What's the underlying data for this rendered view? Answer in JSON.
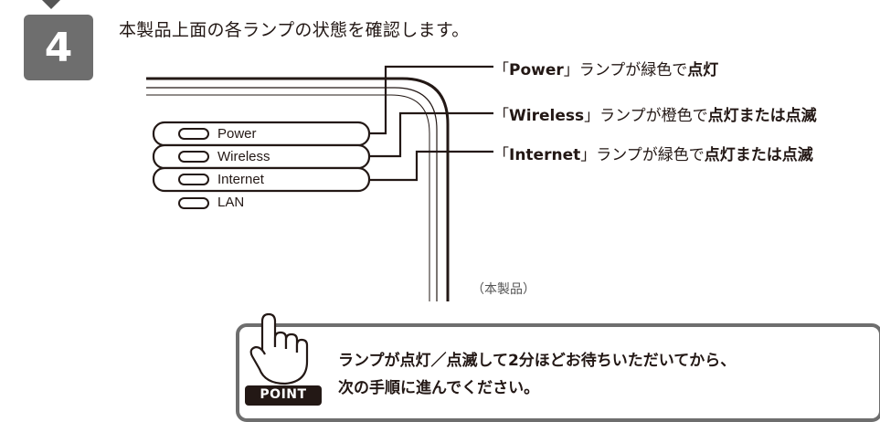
{
  "step": {
    "number": "4"
  },
  "heading": "本製品上面の各ランプの状態を確認します。",
  "callouts": [
    {
      "open": "「",
      "name": "Power",
      "close": "」",
      "middle": "ランプが緑色で",
      "state": "点灯"
    },
    {
      "open": "「",
      "name": "Wireless",
      "close": "」",
      "middle": "ランプが橙色で",
      "state": "点灯または点滅"
    },
    {
      "open": "「",
      "name": "Internet",
      "close": "」",
      "middle": "ランプが緑色で",
      "state": "点灯または点滅"
    }
  ],
  "lamps": [
    "Power",
    "Wireless",
    "Internet",
    "LAN"
  ],
  "product_label": "（本製品）",
  "point": {
    "badge": "POINT",
    "line1": "ランプが点灯／点滅して2分ほどお待ちいただいてから、",
    "line2": "次の手順に進んでください。"
  }
}
